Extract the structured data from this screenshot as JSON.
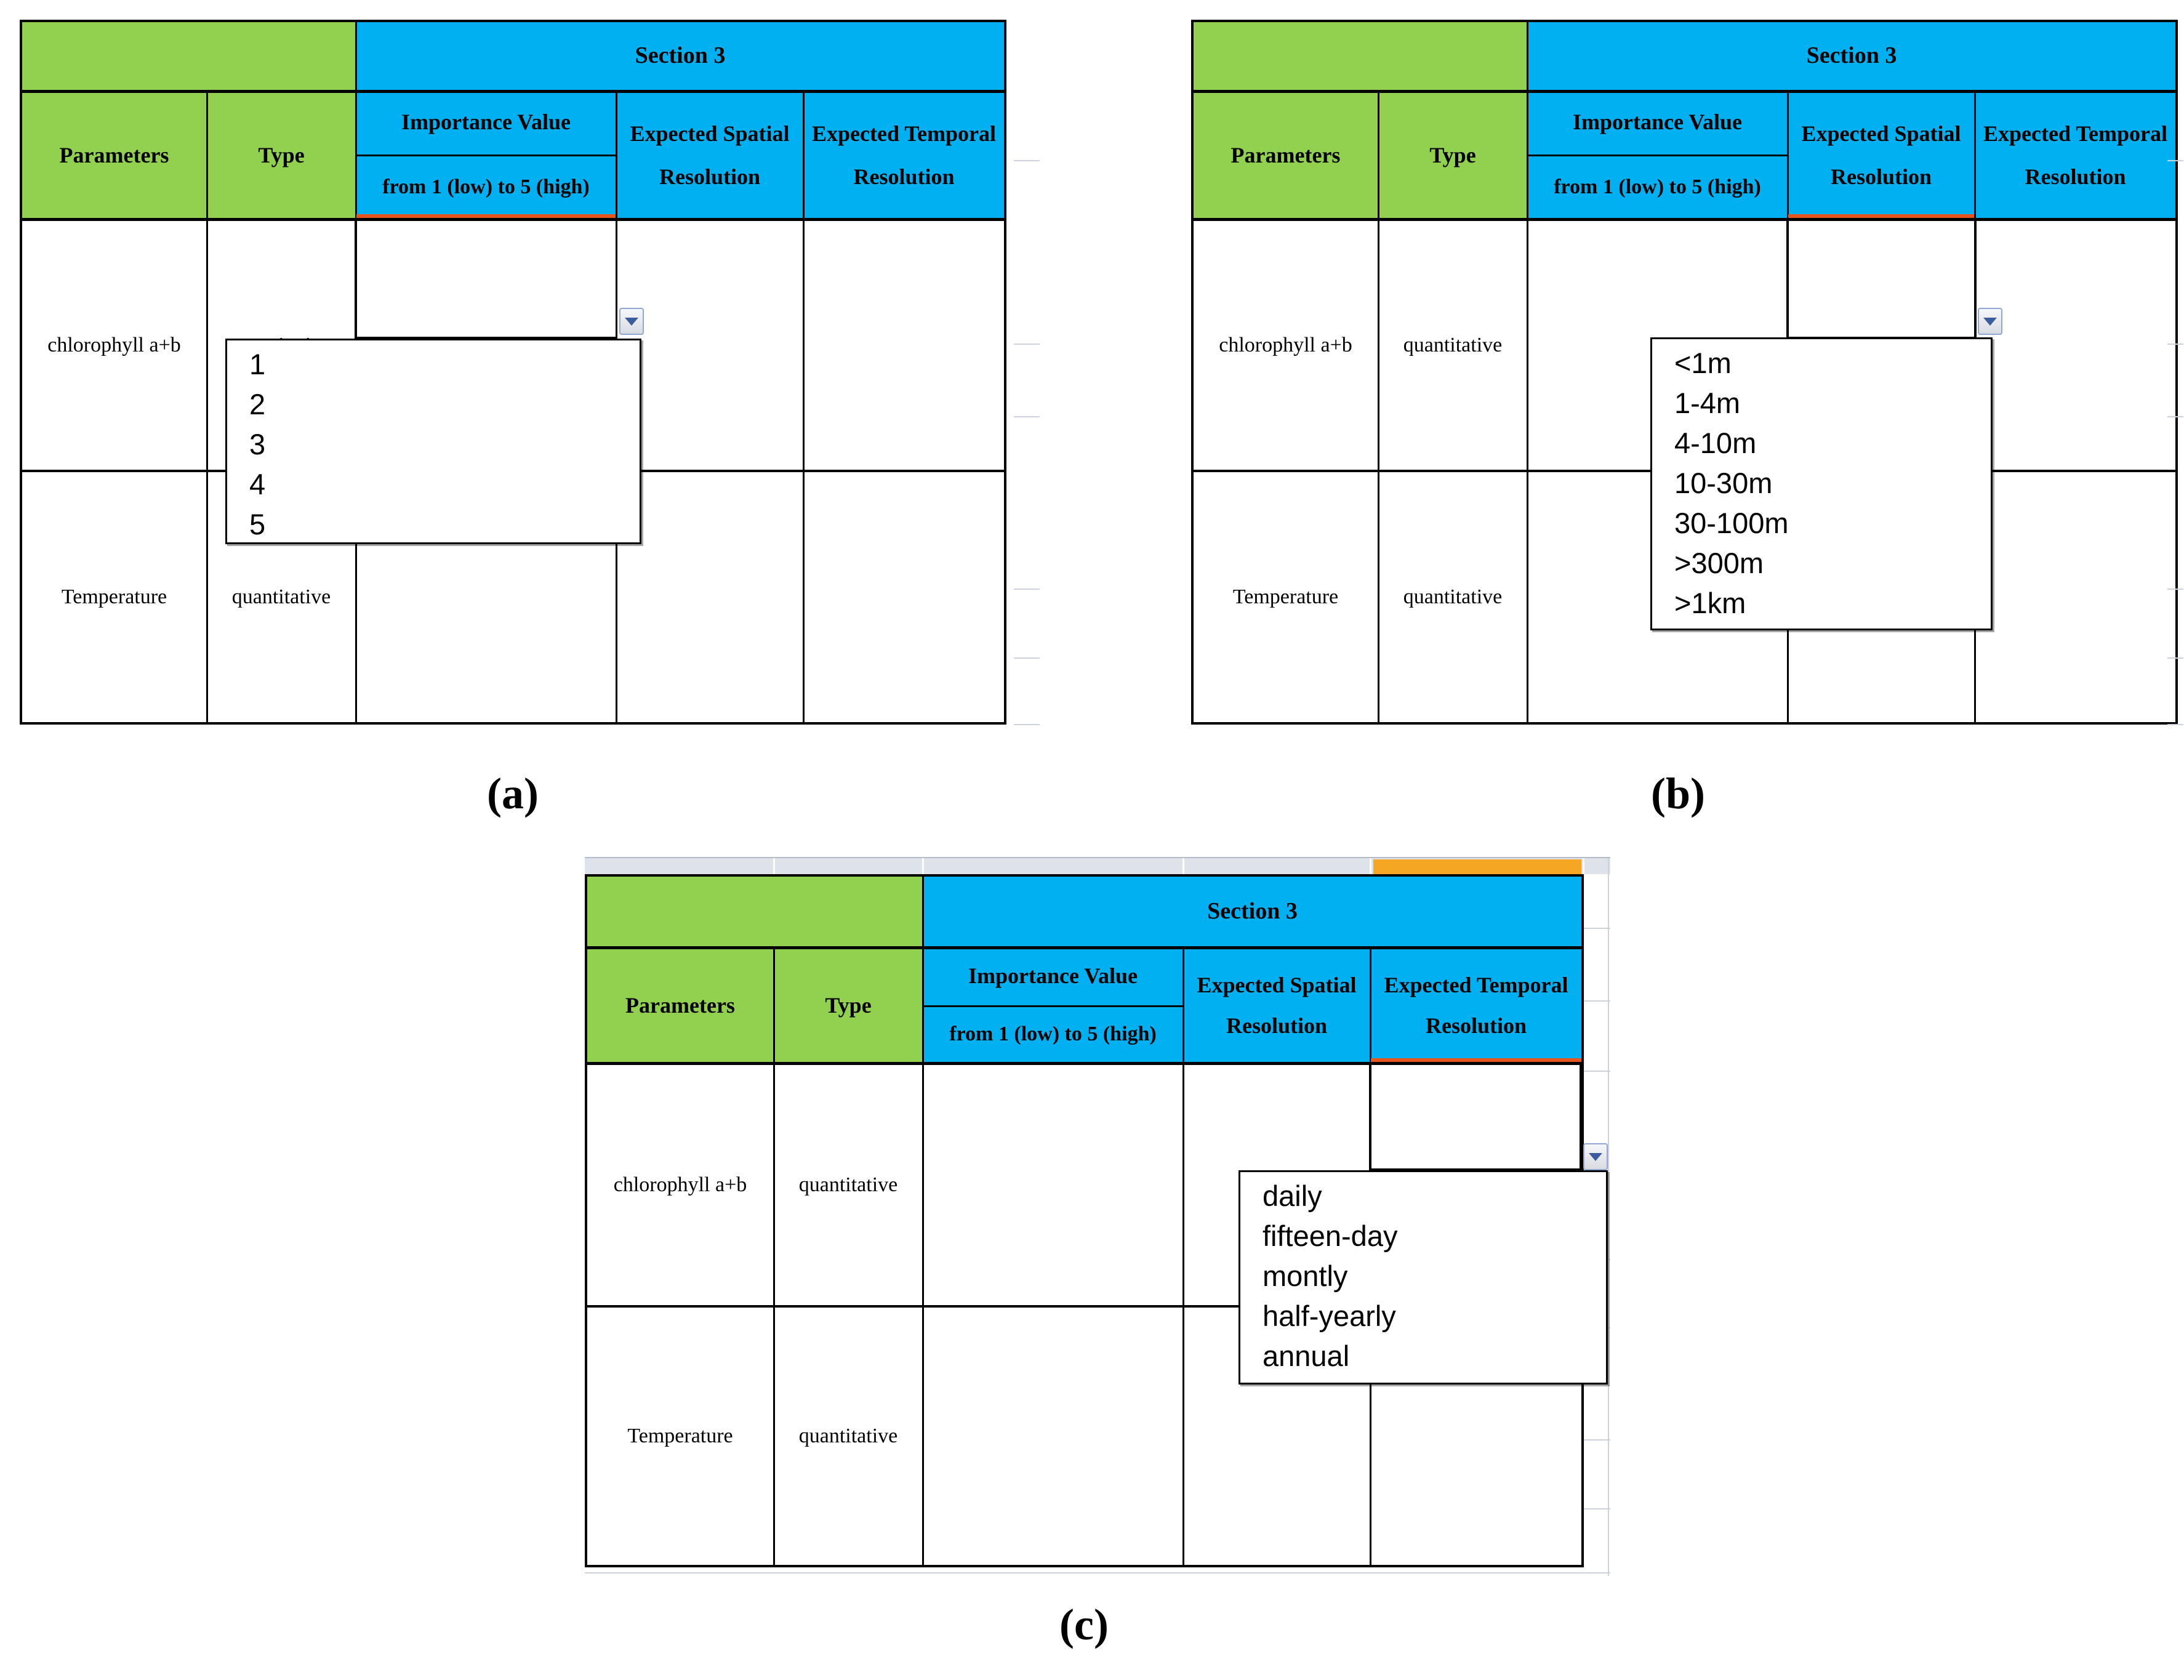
{
  "figure": {
    "panels": [
      {
        "id": "a",
        "caption": "(a)"
      },
      {
        "id": "b",
        "caption": "(b)"
      },
      {
        "id": "c",
        "caption": "(c)"
      }
    ]
  },
  "table": {
    "section_header": "Section 3",
    "col_parameters": "Parameters",
    "col_type": "Type",
    "col_importance_title": "Importance Value",
    "col_importance_sub": "from 1 (low) to 5 (high)",
    "col_spatial_line1": "Expected Spatial",
    "col_spatial_line2": "Resolution",
    "col_temporal_line1": "Expected Temporal",
    "col_temporal_line2": "Resolution",
    "rows": [
      {
        "parameter": "chlorophyll a+b",
        "type": "quantitative"
      },
      {
        "parameter": "Temperature",
        "type": "quantitative"
      }
    ]
  },
  "dropdowns": {
    "importance": {
      "items": [
        "1",
        "2",
        "3",
        "4",
        "5"
      ]
    },
    "spatial": {
      "items": [
        "<1m",
        "1-4m",
        "4-10m",
        "10-30m",
        "30-100m",
        ">300m",
        ">1km"
      ]
    },
    "temporal": {
      "items": [
        "daily",
        "fifteen-day",
        "montly",
        "half-yearly",
        "annual"
      ]
    }
  },
  "colors": {
    "header_green": "#92D050",
    "header_blue": "#00B0F0",
    "selection_line_orange": "#E8541E",
    "column_highlight_orange": "#F5A623",
    "sheet_strip_gray": "#DEE3EA",
    "gridline_gray": "#CBD2DC"
  }
}
